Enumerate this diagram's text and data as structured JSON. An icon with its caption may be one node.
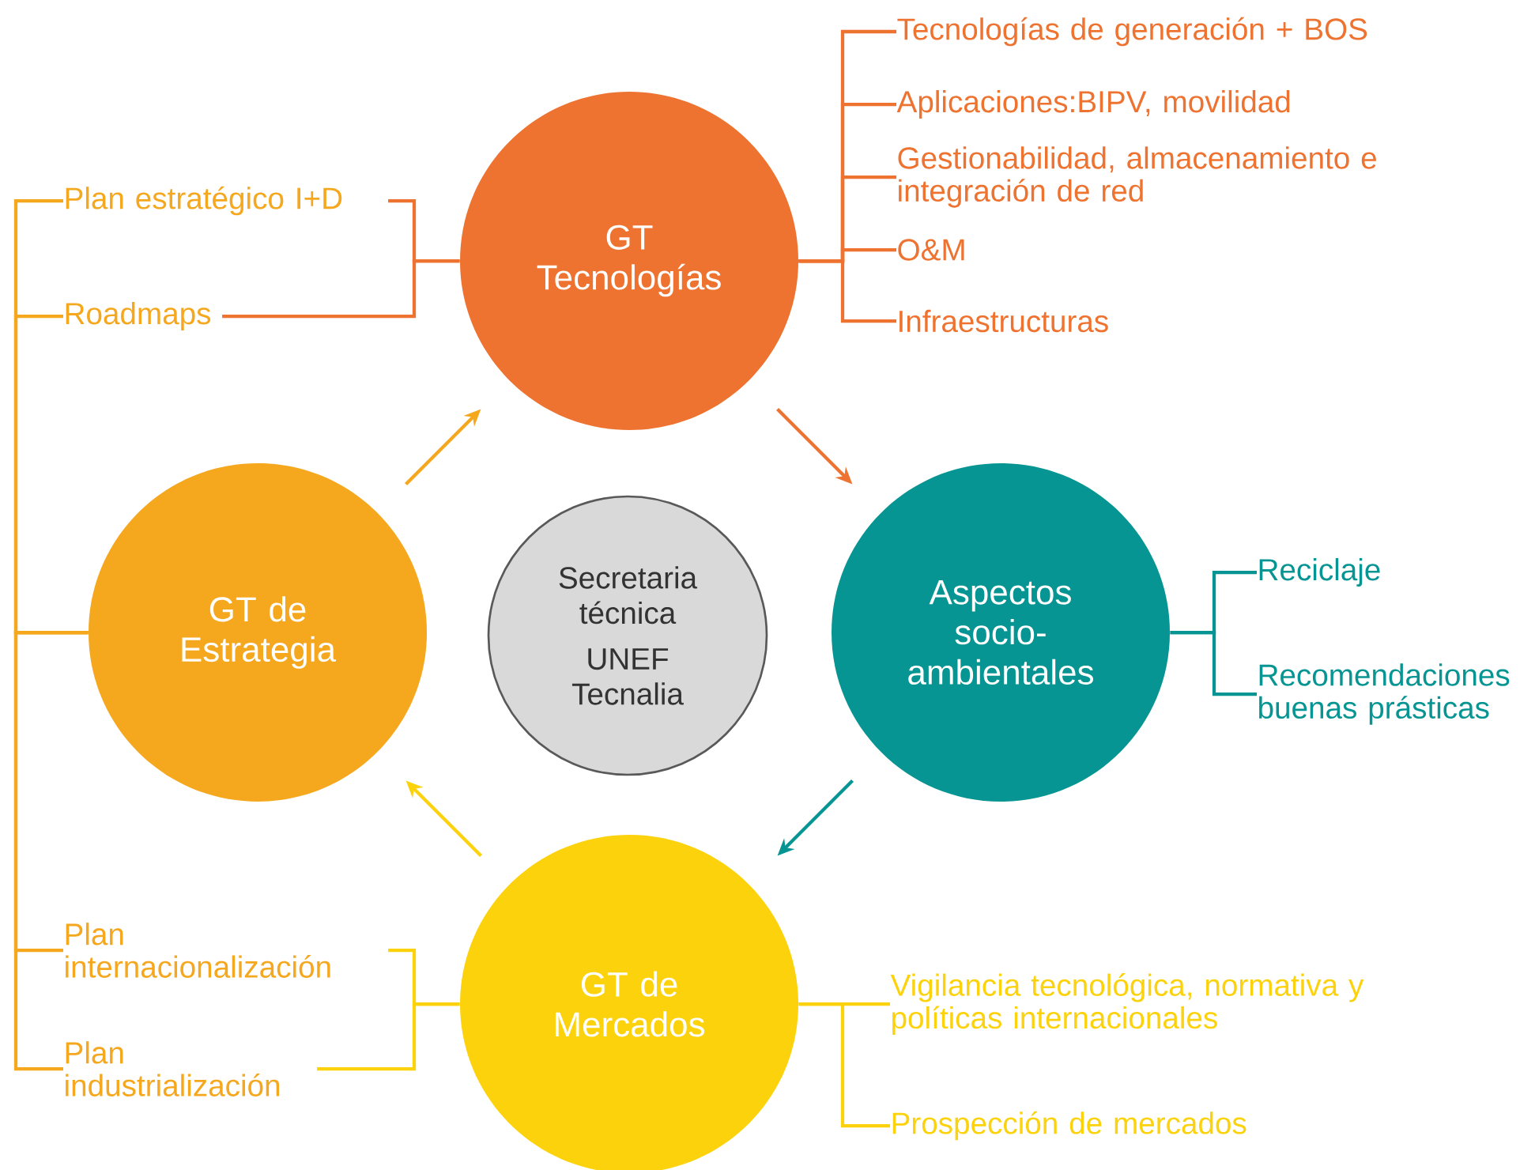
{
  "diagram": {
    "nodes": [
      {
        "text": [
          "GT Tecnologías"
        ]
      },
      {
        "text": [
          "GT de Estrategia"
        ]
      },
      {
        "text": [
          "Aspectos socio-ambientales"
        ]
      },
      {
        "text": [
          "GT de Mercados"
        ]
      },
      {
        "text": [
          "Secretaria técnica",
          "UNEF Tecnalia"
        ]
      },
      {
        "text": [
          "Plan estratégico I+D"
        ]
      },
      {
        "text": [
          "Roadmaps"
        ]
      },
      {
        "text": [
          "Tecnologías de generación + BOS"
        ]
      },
      {
        "text": [
          "Aplicaciones:BIPV, movilidad"
        ]
      },
      {
        "text": [
          "Gestionabilidad, almacenamiento e integración de red"
        ]
      },
      {
        "text": [
          "O&M"
        ]
      },
      {
        "text": [
          "Infraestructuras"
        ]
      },
      {
        "text": [
          "Reciclaje"
        ]
      },
      {
        "text": [
          "Recomendaciones buenas prásticas"
        ]
      },
      {
        "text": [
          "Plan internacionalización"
        ]
      },
      {
        "text": [
          "Plan industrialización"
        ]
      },
      {
        "text": [
          "Vigilancia tecnológica, normativa y políticas internacionales"
        ]
      },
      {
        "text": [
          "Prospección de mercados"
        ]
      }
    ],
    "edges": [
      {
        "from": 1,
        "to": 0,
        "arrow": "to",
        "color": "#f5a71e"
      },
      {
        "from": 0,
        "to": 2,
        "arrow": "to",
        "color": "#ee7330"
      },
      {
        "from": 2,
        "to": 3,
        "arrow": "to",
        "color": "#079593"
      },
      {
        "from": 3,
        "to": 1,
        "arrow": "to",
        "color": "#fcd20c"
      },
      {
        "from": 0,
        "to": 5,
        "arrow": "none",
        "color": "#ee7330"
      },
      {
        "from": 0,
        "to": 6,
        "arrow": "none",
        "color": "#ee7330"
      },
      {
        "from": 0,
        "to": 7,
        "arrow": "none",
        "color": "#ee7330"
      },
      {
        "from": 0,
        "to": 8,
        "arrow": "none",
        "color": "#ee7330"
      },
      {
        "from": 0,
        "to": 9,
        "arrow": "none",
        "color": "#ee7330"
      },
      {
        "from": 0,
        "to": 10,
        "arrow": "none",
        "color": "#ee7330"
      },
      {
        "from": 0,
        "to": 11,
        "arrow": "none",
        "color": "#ee7330"
      },
      {
        "from": 1,
        "to": 5,
        "arrow": "none",
        "color": "#f5a71e"
      },
      {
        "from": 1,
        "to": 6,
        "arrow": "none",
        "color": "#f5a71e"
      },
      {
        "from": 1,
        "to": 14,
        "arrow": "none",
        "color": "#f5a71e"
      },
      {
        "from": 1,
        "to": 15,
        "arrow": "none",
        "color": "#f5a71e"
      },
      {
        "from": 2,
        "to": 12,
        "arrow": "none",
        "color": "#079593"
      },
      {
        "from": 2,
        "to": 13,
        "arrow": "none",
        "color": "#079593"
      },
      {
        "from": 3,
        "to": 14,
        "arrow": "none",
        "color": "#fcd20c"
      },
      {
        "from": 3,
        "to": 15,
        "arrow": "none",
        "color": "#fcd20c"
      },
      {
        "from": 3,
        "to": 16,
        "arrow": "none",
        "color": "#fcd20c"
      },
      {
        "from": 3,
        "to": 17,
        "arrow": "none",
        "color": "#fcd20c"
      }
    ]
  }
}
